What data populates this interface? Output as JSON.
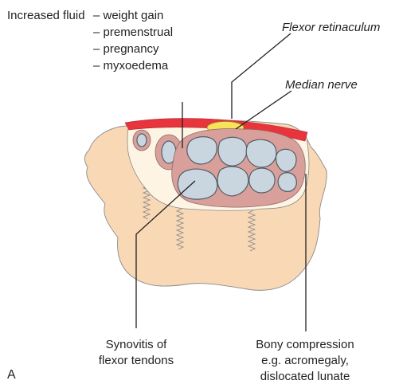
{
  "fluid": {
    "heading": "Increased fluid",
    "causes": [
      "– weight gain",
      "– premenstrual",
      "– pregnancy",
      "– myxoedema"
    ]
  },
  "flexor_retinaculum": "Flexor retinaculum",
  "median_nerve": "Median nerve",
  "synovitis": {
    "line1": "Synovitis of",
    "line2": "flexor tendons"
  },
  "bony": {
    "line1": "Bony compression",
    "line2": "e.g. acromegaly,",
    "line3": "dislocated lunate"
  },
  "panel_label": "A",
  "colors": {
    "retinaculum": "#e8343c",
    "nerve": "#f7e35a",
    "bone": "#f9d8b5",
    "synovium": "#d9a09b",
    "tendon": "#c9d6e0",
    "fluid": "#fdf4e4"
  }
}
